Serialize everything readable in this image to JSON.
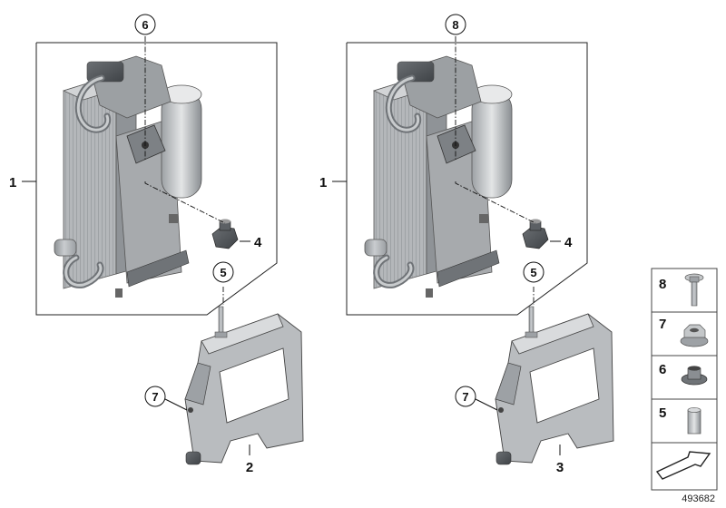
{
  "diagram_id": "493682",
  "assemblies": [
    {
      "label_1": "1",
      "bracket_label": "2",
      "top_callout": "6",
      "nut_label": "4",
      "sleeve_callout": "5",
      "bolt_callout": "7"
    },
    {
      "label_1": "1",
      "bracket_label": "3",
      "top_callout": "8",
      "nut_label": "4",
      "sleeve_callout": "5",
      "bolt_callout": "7"
    }
  ],
  "legend": {
    "items": [
      {
        "num": "8",
        "part": "flange-bolt"
      },
      {
        "num": "7",
        "part": "hex-flange-nut"
      },
      {
        "num": "6",
        "part": "grommet-nut"
      },
      {
        "num": "5",
        "part": "spacer-sleeve"
      }
    ],
    "arrow": "arrow-icon"
  },
  "colors": {
    "part_fill": "#b9bcbf",
    "part_dark": "#7d8185",
    "part_light": "#dcdedf",
    "line": "#111111"
  }
}
